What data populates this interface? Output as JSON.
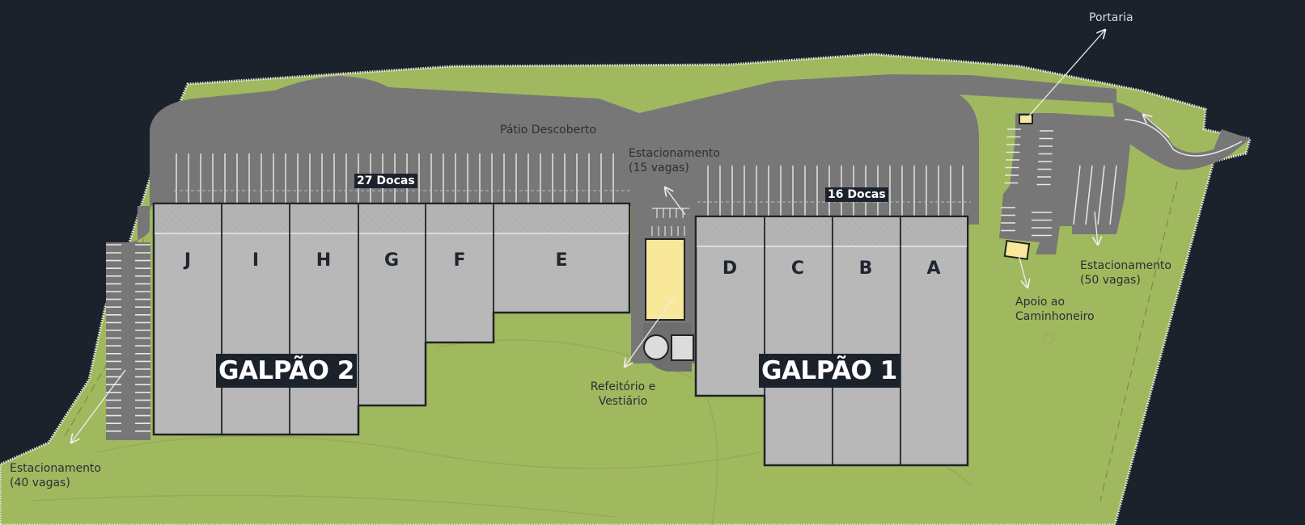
{
  "colors": {
    "background": "#1c222c",
    "grass": "#9fb85c",
    "grass_bright": "#a6c45a",
    "asphalt": "#777777",
    "building": "#b8b8b8",
    "building_outline": "#1f2326",
    "support_building": "#f9e79a",
    "label_tag_bg": "#1c222c",
    "label_text": "#2a2f38",
    "marking_white": "#e6e6e6"
  },
  "map": {
    "yard_label": "Pátio Descoberto",
    "galpao2": {
      "title": "GALPÃO 2",
      "docks_label": "27 Docas",
      "modules": [
        "J",
        "I",
        "H",
        "G",
        "F",
        "E"
      ]
    },
    "galpao1": {
      "title": "GALPÃO 1",
      "docks_label": "16 Docas",
      "modules": [
        "D",
        "C",
        "B",
        "A"
      ]
    },
    "callouts": {
      "portaria": "Portaria",
      "parking15_line1": "Estacionamento",
      "parking15_line2": "(15 vagas)",
      "parking40_line1": "Estacionamento",
      "parking40_line2": "(40 vagas)",
      "parking50_line1": "Estacionamento",
      "parking50_line2": "(50 vagas)",
      "truckers_line1": "Apoio ao",
      "truckers_line2": "Caminhoneiro",
      "canteen_line1": "Refeitório e",
      "canteen_line2": "Vestiário"
    }
  }
}
